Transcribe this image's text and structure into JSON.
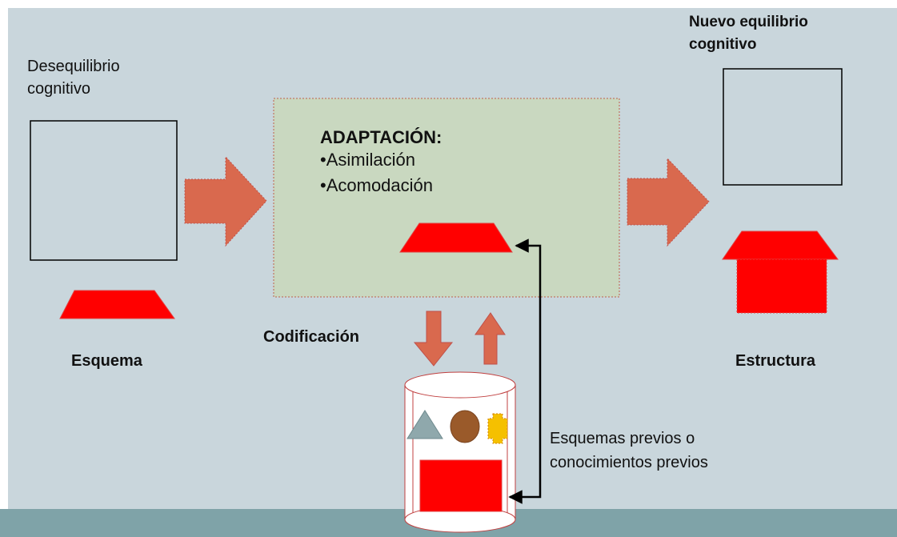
{
  "labels": {
    "left_title_line1": "Desequilibrio",
    "left_title_line2": "cognitivo",
    "left_caption": "Esquema",
    "right_title_line1": "Nuevo equilibrio",
    "right_title_line2": "cognitivo",
    "right_caption": "Estructura",
    "center_heading": "ADAPTACIÓN:",
    "center_item1": "•Asimilación",
    "center_item2": "•Acomodación",
    "encoding_label": "Codificación",
    "memory_line1": "Esquemas previos o",
    "memory_line2": "conocimientos previos"
  },
  "colors": {
    "background": "#c9d6dc",
    "ground": "#7fa3a8",
    "adaptation_box": "#c9d8c0",
    "arrow": "#d9694e",
    "shape_red": "#ff0000",
    "triangle": "#8fa8ac",
    "circle": "#9a5a2a",
    "octagon": "#f5c000"
  },
  "icons": [
    "triangle-icon",
    "circle-icon",
    "octagon-icon",
    "house-icon",
    "trapezoid-icon",
    "cylinder-icon"
  ]
}
